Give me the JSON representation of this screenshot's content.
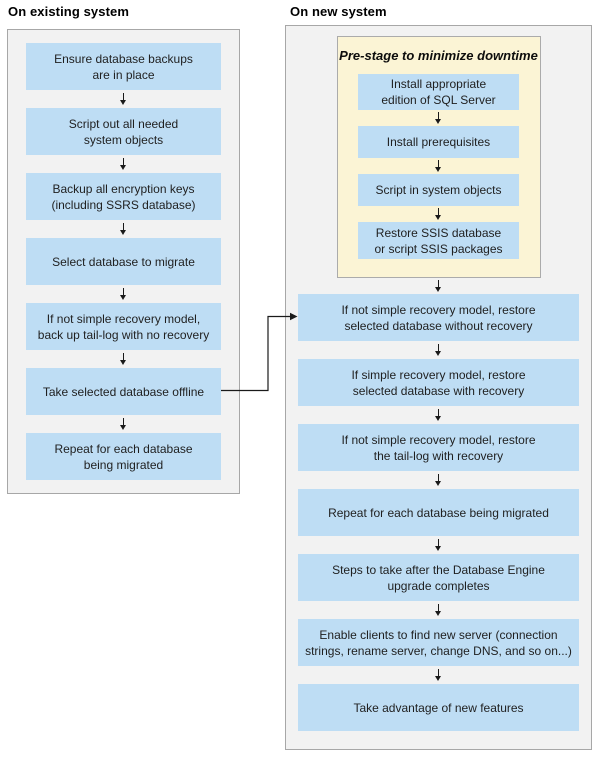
{
  "diagram": {
    "left_panel": {
      "title": "On existing system",
      "steps": [
        "Ensure database backups\nare in place",
        "Script out all needed\nsystem objects",
        "Backup all encryption keys\n(including SSRS database)",
        "Select database to migrate",
        "If not simple recovery model,\nback up tail-log with no recovery",
        "Take selected database offline",
        "Repeat for each database\nbeing migrated"
      ]
    },
    "right_panel": {
      "title": "On new system",
      "prestage": {
        "title": "Pre-stage to minimize downtime",
        "steps": [
          "Install appropriate\nedition of SQL Server",
          "Install prerequisites",
          "Script in system objects",
          "Restore SSIS database\nor script SSIS packages"
        ]
      },
      "steps": [
        "If not simple recovery model, restore\nselected database without recovery",
        "If simple recovery model, restore\nselected database with recovery",
        "If not simple recovery model, restore\nthe tail-log with recovery",
        "Repeat for each database being migrated",
        "Steps to take after the Database Engine\nupgrade completes",
        "Enable clients to find new server (connection\nstrings, rename server, change DNS, and so on...)",
        "Take advantage of new features"
      ]
    },
    "colors": {
      "step_fill": "#BEDDF4",
      "prestage_fill": "#FBF4D5",
      "panel_fill": "#F2F2F2",
      "panel_border": "#A7A7A7",
      "arrow": "#1A1A1A"
    }
  }
}
